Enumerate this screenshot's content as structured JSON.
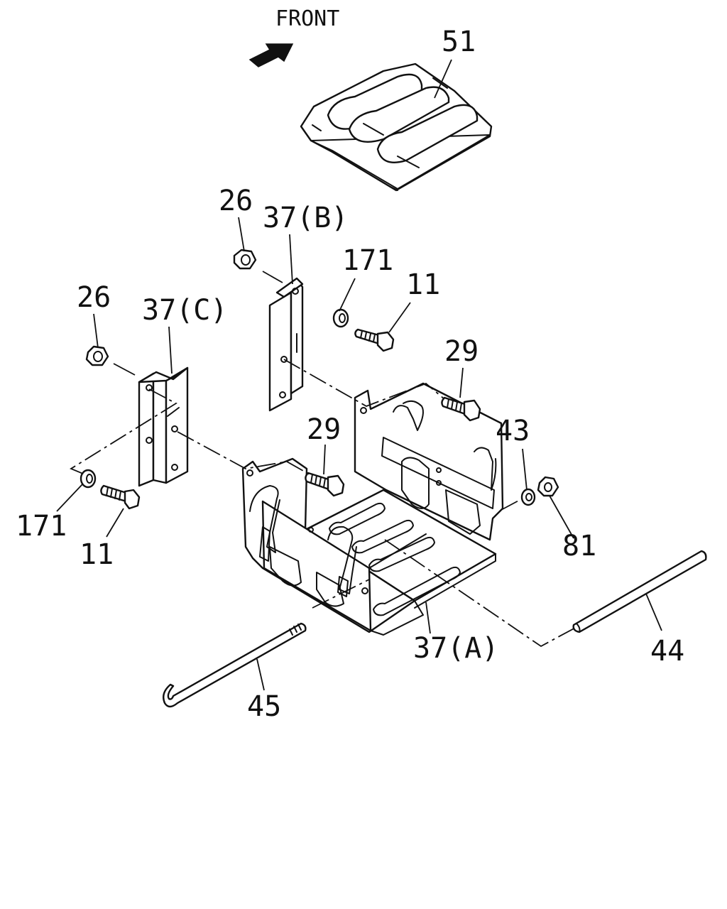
{
  "diagram": {
    "direction_label": "FRONT",
    "callouts": {
      "c51": "51",
      "c26_top": "26",
      "c37b": "37(B)",
      "c171_top": "171",
      "c11_top": "11",
      "c26_left": "26",
      "c37c": "37(C)",
      "c29_right": "29",
      "c29_mid": "29",
      "c43": "43",
      "c81": "81",
      "c171_left": "171",
      "c11_left": "11",
      "c37a": "37(A)",
      "c44": "44",
      "c45": "45"
    }
  }
}
